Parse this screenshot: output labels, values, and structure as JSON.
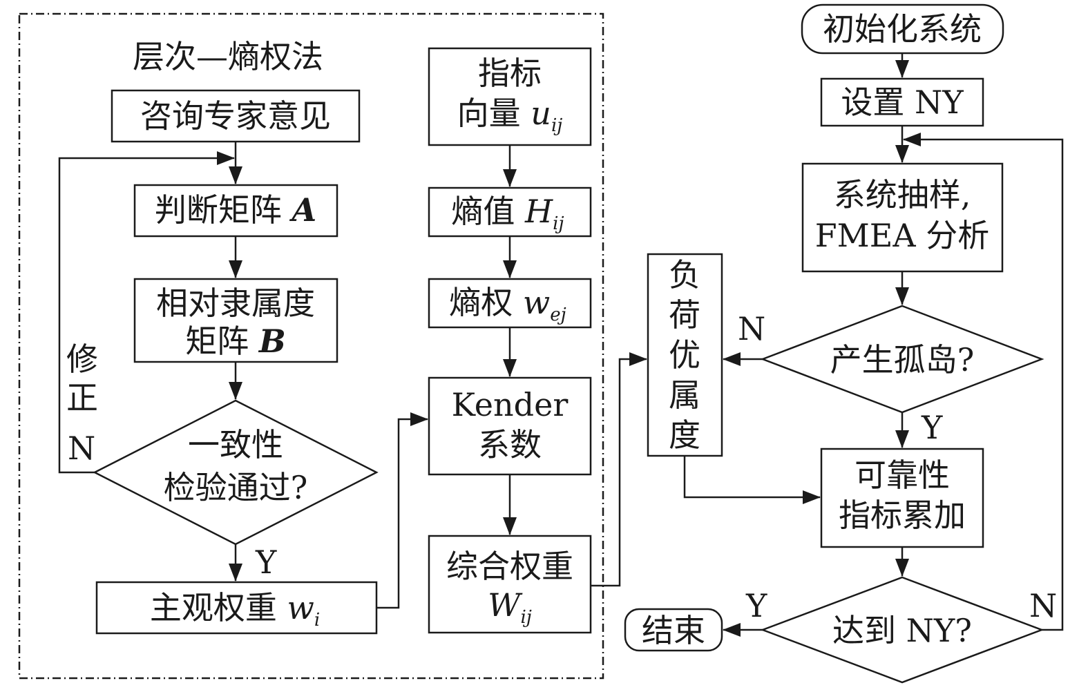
{
  "left_group": {
    "title": "层次—熵权法"
  },
  "ahp": {
    "consult": "咨询专家意见",
    "judge_prefix": "判断矩阵 ",
    "judge_var": "A",
    "relative_line1": "相对隶属度",
    "relative_line2": "矩阵 ",
    "relative_var": "B",
    "consistency_line1": "一致性",
    "consistency_line2": "检验通过?",
    "revise_char1": "修",
    "revise_char2": "正",
    "no": "N",
    "yes": "Y",
    "subjective_prefix": "主观权重 ",
    "subjective_var": "w",
    "subjective_sub": "i"
  },
  "entropy": {
    "indicator_line1": "指标",
    "indicator_line2": "向量 ",
    "indicator_var": "u",
    "indicator_sub": "ij",
    "entropy_prefix": "熵值 ",
    "entropy_var": "H",
    "entropy_sub": "ij",
    "eweight_prefix": "熵权 ",
    "eweight_var": "w",
    "eweight_sub": "ej",
    "kender_line1": "Kender",
    "kender_line2": "系数",
    "combined_line1": "综合权重",
    "combined_var": "W",
    "combined_sub": "ij"
  },
  "load": {
    "c1": "负",
    "c2": "荷",
    "c3": "优",
    "c4": "属",
    "c5": "度"
  },
  "sim": {
    "init": "初始化系统",
    "set_ny": "设置 NY",
    "sample_line1": "系统抽样,",
    "sample_line2": "FMEA 分析",
    "island": "产生孤岛?",
    "island_no": "N",
    "island_yes": "Y",
    "reliability_line1": "可靠性",
    "reliability_line2": "指标累加",
    "reach": "达到 NY?",
    "reach_yes": "Y",
    "reach_no": "N",
    "end": "结束"
  }
}
